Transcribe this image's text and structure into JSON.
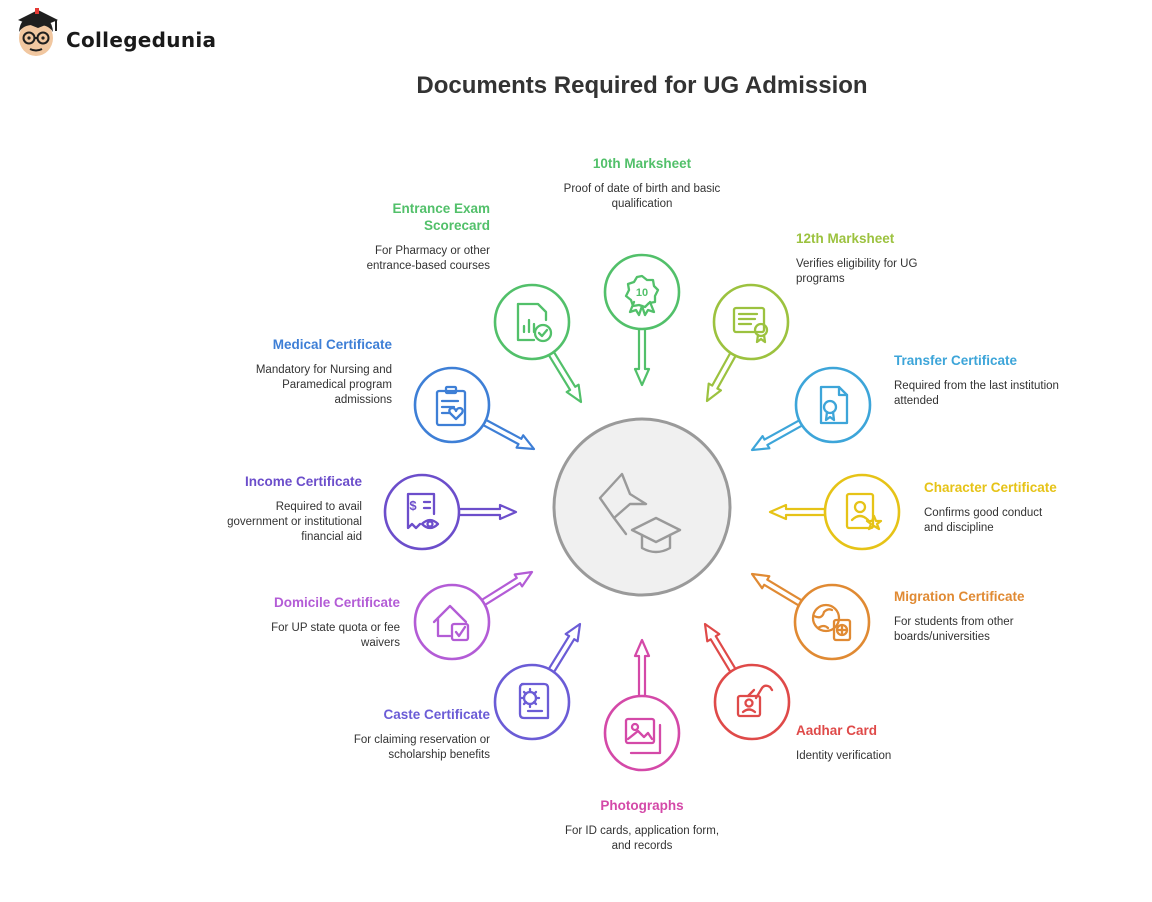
{
  "brand": {
    "name": "Collegedunia"
  },
  "title": "Documents Required for UG Admission",
  "center": {
    "icons": [
      "flag-icon",
      "graduation-cap-icon"
    ]
  },
  "items": [
    {
      "id": "10th-marksheet",
      "title": "10th Marksheet",
      "desc": "Proof of date of birth and basic qualification",
      "color": "#52c06a",
      "icon": "rosette-icon",
      "badge": "10"
    },
    {
      "id": "12th-marksheet",
      "title": "12th Marksheet",
      "desc": "Verifies eligibility for UG programs",
      "color": "#9cc23f",
      "icon": "certificate-icon"
    },
    {
      "id": "transfer-certificate",
      "title": "Transfer Certificate",
      "desc": "Required from the last institution attended",
      "color": "#3da5d9",
      "icon": "document-seal-icon"
    },
    {
      "id": "character-certificate",
      "title": "Character Certificate",
      "desc": "Confirms good conduct and discipline",
      "color": "#e6c317",
      "icon": "profile-star-icon"
    },
    {
      "id": "migration-certificate",
      "title": "Migration Certificate",
      "desc": "For students from other boards/universities",
      "color": "#e08a33",
      "icon": "globe-passport-icon"
    },
    {
      "id": "aadhar-card",
      "title": "Aadhar Card",
      "desc": "Identity verification",
      "color": "#df4a49",
      "icon": "id-card-hand-icon"
    },
    {
      "id": "photographs",
      "title": "Photographs",
      "desc": "For ID cards, application form, and records",
      "color": "#d449a8",
      "icon": "image-stack-icon"
    },
    {
      "id": "caste-certificate",
      "title": "Caste Certificate",
      "desc": "For claiming reservation or scholarship benefits",
      "color": "#6b5cd6",
      "icon": "scroll-gear-icon"
    },
    {
      "id": "domicile-certificate",
      "title": "Domicile Certificate",
      "desc": "For UP state quota or fee waivers",
      "color": "#b35cd6",
      "icon": "house-check-icon"
    },
    {
      "id": "income-certificate",
      "title": "Income Certificate",
      "desc": "Required to avail government or institutional financial aid",
      "color": "#6c4ecb",
      "icon": "receipt-eye-icon"
    },
    {
      "id": "medical-certificate",
      "title": "Medical Certificate",
      "desc": "Mandatory for Nursing and Paramedical program admissions",
      "color": "#3e7fd6",
      "icon": "clipboard-heart-icon"
    },
    {
      "id": "entrance-exam-scorecard",
      "title": "Entrance Exam Scorecard",
      "desc": "For Pharmacy or other entrance-based courses",
      "color": "#52c06a",
      "icon": "chart-check-icon"
    }
  ]
}
